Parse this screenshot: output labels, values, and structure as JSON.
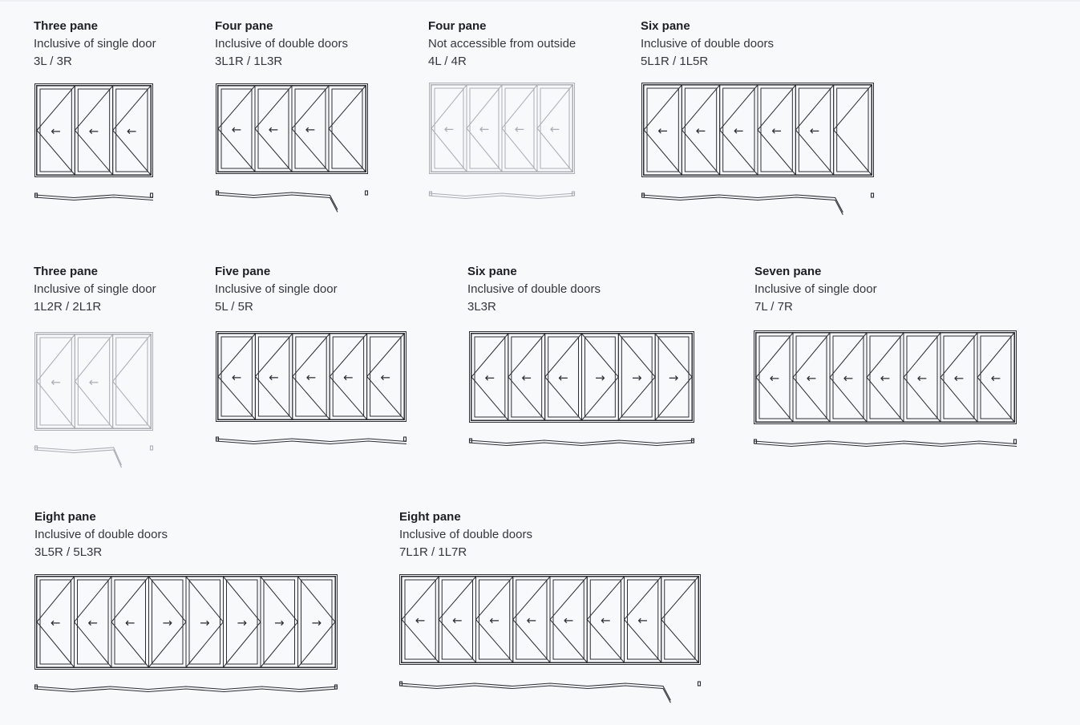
{
  "configs": [
    {
      "title": "Three pane",
      "subtitle": "Inclusive of single door",
      "code": "3L / 3R",
      "panes": [
        "L",
        "L",
        "L"
      ],
      "faded": false
    },
    {
      "title": "Four pane",
      "subtitle": "Inclusive of double doors",
      "code": "3L1R / 1L3R",
      "panes": [
        "L",
        "L",
        "L",
        ""
      ],
      "faded": false
    },
    {
      "title": "Four pane",
      "subtitle": "Not accessible from outside",
      "code": "4L / 4R",
      "panes": [
        "L",
        "L",
        "L",
        "L"
      ],
      "faded": true
    },
    {
      "title": "Six pane",
      "subtitle": "Inclusive of double doors",
      "code": "5L1R / 1L5R",
      "panes": [
        "L",
        "L",
        "L",
        "L",
        "L",
        ""
      ],
      "faded": false
    },
    {
      "title": "Three pane",
      "subtitle": "Inclusive of single door",
      "code": "1L2R / 2L1R",
      "panes": [
        "L",
        "L",
        ""
      ],
      "faded": true
    },
    {
      "title": "Five pane",
      "subtitle": "Inclusive of single door",
      "code": "5L / 5R",
      "panes": [
        "L",
        "L",
        "L",
        "L",
        "L"
      ],
      "faded": false
    },
    {
      "title": "Six pane",
      "subtitle": "Inclusive of double doors",
      "code": "3L3R",
      "panes": [
        "L",
        "L",
        "L",
        "R",
        "R",
        "R"
      ],
      "faded": false
    },
    {
      "title": "Seven pane",
      "subtitle": "Inclusive of single door",
      "code": "7L / 7R",
      "panes": [
        "L",
        "L",
        "L",
        "L",
        "L",
        "L",
        "L"
      ],
      "faded": false
    },
    {
      "title": "Eight pane",
      "subtitle": "Inclusive of double doors",
      "code": "3L5R / 5L3R",
      "panes": [
        "L",
        "L",
        "L",
        "R",
        "R",
        "R",
        "R",
        "R"
      ],
      "faded": false
    },
    {
      "title": "Eight pane",
      "subtitle": "Inclusive of double doors",
      "code": "7L1R / 1L7R",
      "panes": [
        "L",
        "L",
        "L",
        "L",
        "L",
        "L",
        "L",
        ""
      ],
      "faded": false
    }
  ],
  "colors": {
    "line": "#2b2d33",
    "faded": "#a9adb4",
    "background": "#f8f9fb"
  },
  "icons": {
    "left": "arrow-left-icon",
    "right": "arrow-right-icon"
  }
}
